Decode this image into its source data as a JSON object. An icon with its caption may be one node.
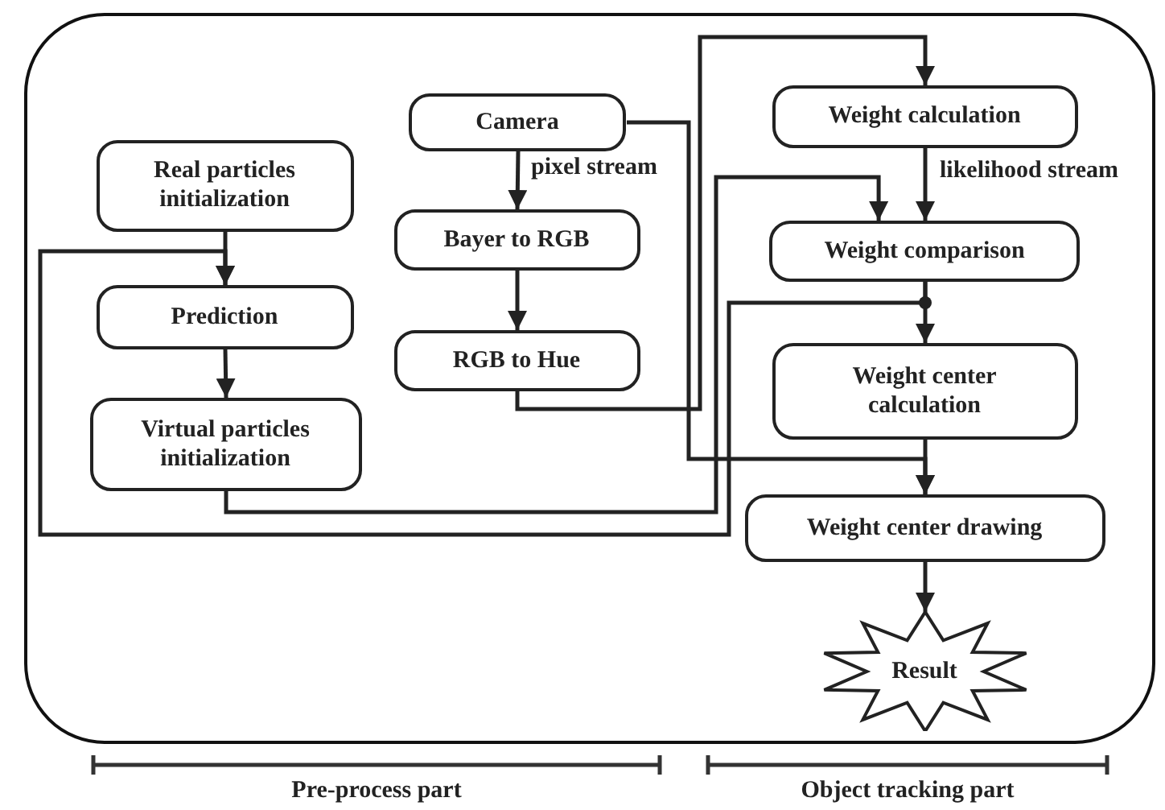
{
  "diagram": {
    "nodes": [
      {
        "text": [],
        "shape": "box"
      },
      {
        "text": [
          "Real particles initialization"
        ],
        "in": 0
      },
      {
        "text": [
          "Prediction"
        ],
        "in": 0
      },
      {
        "text": [
          "Virtual particles initialization"
        ],
        "in": 0
      },
      {
        "text": [
          "Camera"
        ],
        "in": 0
      },
      {
        "text": [
          "Bayer to RGB"
        ],
        "in": 0
      },
      {
        "text": [
          "RGB to Hue"
        ],
        "in": 0
      },
      {
        "text": [
          "Weight calculation"
        ],
        "in": 0
      },
      {
        "text": [
          "Weight comparison"
        ],
        "in": 0
      },
      {
        "text": [
          "Weight center calculation"
        ],
        "in": 0
      },
      {
        "text": [
          "Weight center drawing"
        ],
        "in": 0
      },
      {
        "text": [
          "Result"
        ],
        "in": 0
      }
    ],
    "edges": [
      {
        "from": 1,
        "to": 2,
        "arrow": "to"
      },
      {
        "from": 2,
        "to": 3,
        "arrow": "to"
      },
      {
        "from": 4,
        "to": 5,
        "arrow": "to",
        "label": "pixel stream"
      },
      {
        "from": 5,
        "to": 6,
        "arrow": "to"
      },
      {
        "from": 6,
        "to": 7,
        "arrow": "to"
      },
      {
        "from": 4,
        "to": 10,
        "arrow": "to"
      },
      {
        "from": 3,
        "to": 8,
        "arrow": "to"
      },
      {
        "from": 7,
        "to": 8,
        "arrow": "to",
        "label": "likelihood stream"
      },
      {
        "from": 8,
        "to": 9,
        "arrow": "to"
      },
      {
        "from": 8,
        "to": 2,
        "arrow": "to"
      },
      {
        "from": 9,
        "to": 10,
        "arrow": "to"
      },
      {
        "from": 10,
        "to": 11,
        "arrow": "to"
      }
    ],
    "labels": [
      "Pre-process part",
      "Object tracking part"
    ]
  }
}
